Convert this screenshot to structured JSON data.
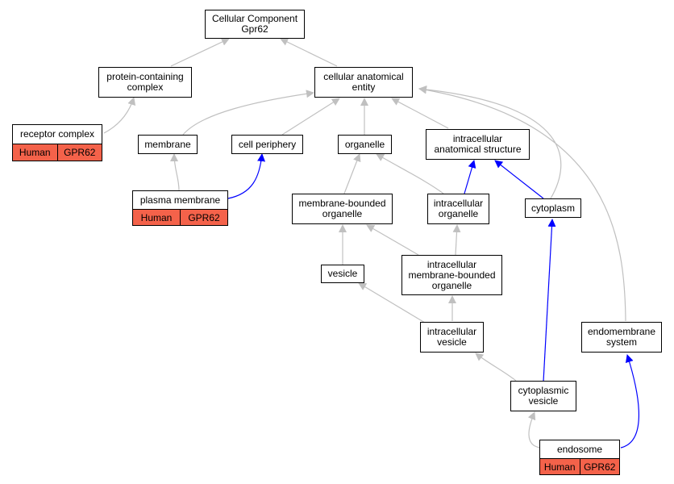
{
  "colors": {
    "edge_gray": "#c0c0c0",
    "edge_blue": "#0000ff",
    "annotation_fill": "#f4624a",
    "node_border": "#000000"
  },
  "nodes": {
    "root": "Cellular Component\nGpr62",
    "protein_containing_complex": "protein-containing\ncomplex",
    "cellular_anatomical_entity": "cellular anatomical\nentity",
    "receptor_complex": "receptor complex",
    "membrane": "membrane",
    "cell_periphery": "cell periphery",
    "organelle": "organelle",
    "intracellular_anatomical_structure": "intracellular\nanatomical structure",
    "plasma_membrane": "plasma membrane",
    "membrane_bounded_organelle": "membrane-bounded\norganelle",
    "intracellular_organelle": "intracellular\norganelle",
    "cytoplasm": "cytoplasm",
    "vesicle": "vesicle",
    "intracellular_membrane_bounded_organelle": "intracellular\nmembrane-bounded\norganelle",
    "intracellular_vesicle": "intracellular\nvesicle",
    "endomembrane_system": "endomembrane\nsystem",
    "cytoplasmic_vesicle": "cytoplasmic\nvesicle",
    "endosome": "endosome"
  },
  "annotations": {
    "receptor_complex": {
      "species": "Human",
      "gene": "GPR62"
    },
    "plasma_membrane": {
      "species": "Human",
      "gene": "GPR62"
    },
    "endosome": {
      "species": "Human",
      "gene": "GPR62"
    }
  }
}
